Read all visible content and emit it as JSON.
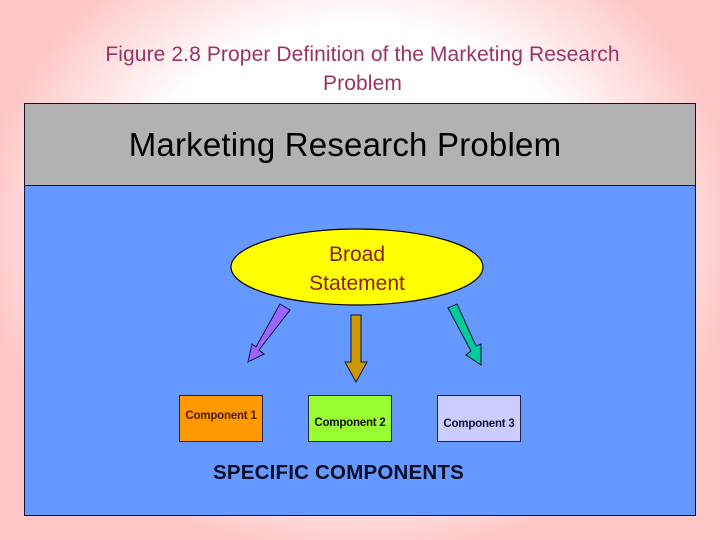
{
  "slide": {
    "title": "Figure 2.8  Proper Definition of the Marketing Research Problem",
    "title_line1": "Figure 2.8  Proper Definition of the Marketing Research",
    "title_line2": "Problem",
    "colors": {
      "background": "#FFC6C6",
      "title": "#993366",
      "header_band": "#B2B2B2",
      "body_panel": "#6699FF"
    }
  },
  "diagram": {
    "header": "Marketing Research Problem",
    "broad_statement": {
      "line1": "Broad",
      "line2": "Statement",
      "fill": "#FFFF00",
      "text_color": "#8B1A1A"
    },
    "arrows": [
      {
        "name": "arrow-to-component-1",
        "direction": "down-left",
        "color": "#9966FF"
      },
      {
        "name": "arrow-to-component-2",
        "direction": "down",
        "color": "#CC9900"
      },
      {
        "name": "arrow-to-component-3",
        "direction": "down-right",
        "color": "#00CC99"
      }
    ],
    "components": [
      {
        "label": "Component 1",
        "fill": "#FF9900"
      },
      {
        "label": "Component 2",
        "fill": "#99FF33"
      },
      {
        "label": "Component 3",
        "fill": "#CCCCFF"
      }
    ],
    "footer_label": "SPECIFIC COMPONENTS"
  }
}
